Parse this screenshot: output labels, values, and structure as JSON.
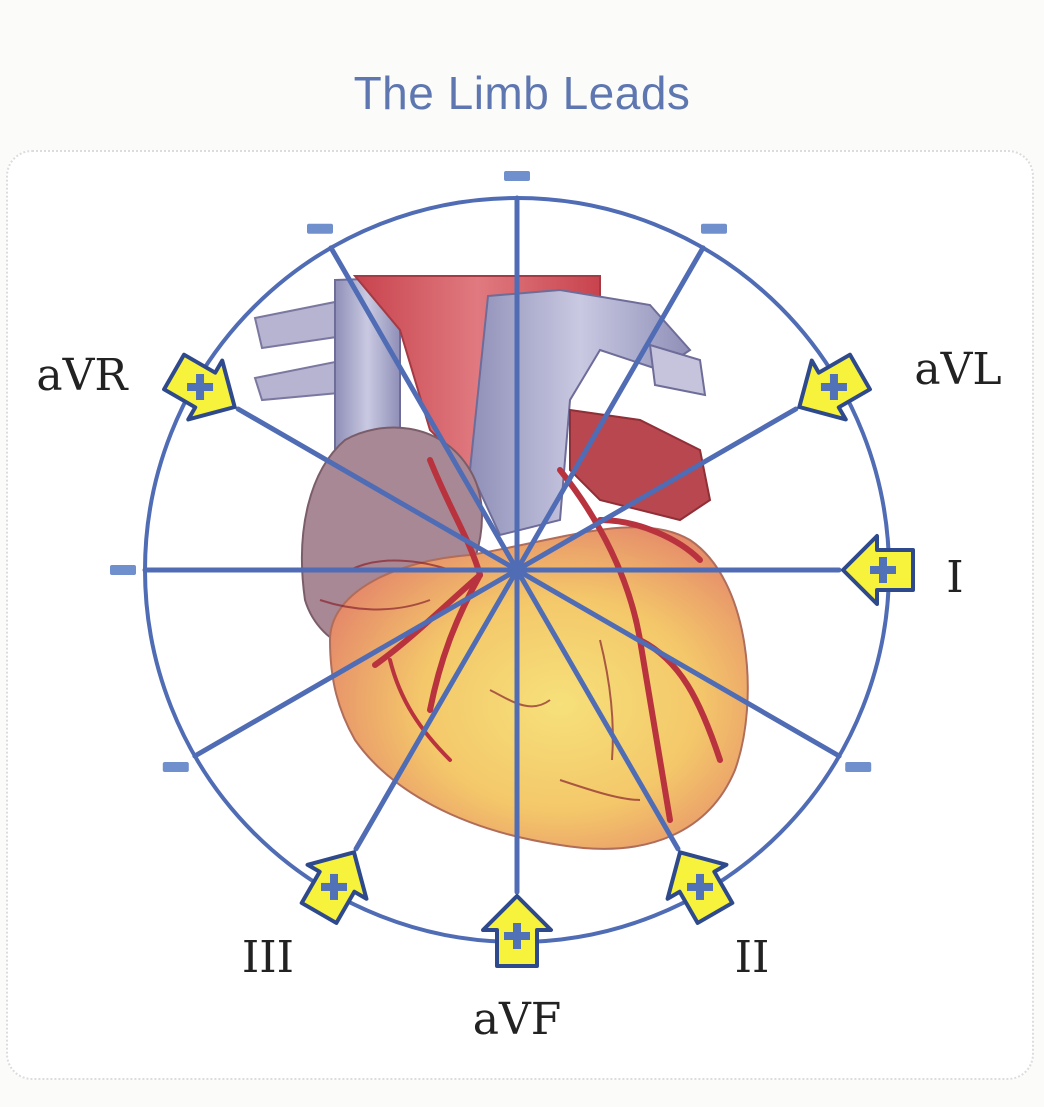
{
  "title": "The Limb Leads",
  "colors": {
    "axis": "#4f6cb4",
    "minus_mark": "#6f8fcd",
    "arrow_fill": "#f7f23c",
    "arrow_stroke": "#2f4a8c",
    "plus": "#5272b8"
  },
  "leads": [
    {
      "id": "I",
      "label": "I",
      "angle_deg": 0
    },
    {
      "id": "II",
      "label": "II",
      "angle_deg": 60
    },
    {
      "id": "III",
      "label": "III",
      "angle_deg": 120
    },
    {
      "id": "aVR",
      "label": "aVR",
      "angle_deg": -150
    },
    {
      "id": "aVL",
      "label": "aVL",
      "angle_deg": -30
    },
    {
      "id": "aVF",
      "label": "aVF",
      "angle_deg": 90
    }
  ],
  "illustration": "heart-anatomy"
}
